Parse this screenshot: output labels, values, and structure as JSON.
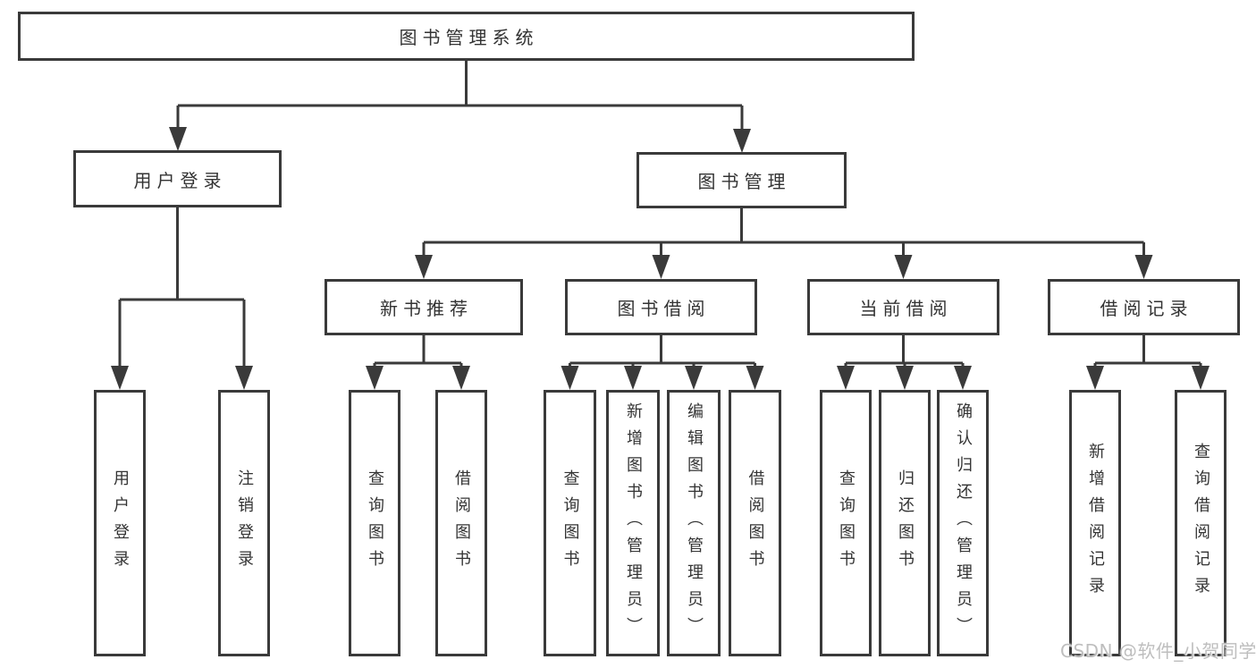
{
  "tree": {
    "root": {
      "label": "图书管理系统"
    },
    "branches": [
      {
        "label": "用户登录",
        "children": [
          {
            "label": "用户登录"
          },
          {
            "label": "注销登录"
          }
        ]
      },
      {
        "label": "图书管理",
        "children": [
          {
            "label": "新书推荐",
            "children": [
              {
                "label": "查询图书"
              },
              {
                "label": "借阅图书"
              }
            ]
          },
          {
            "label": "图书借阅",
            "children": [
              {
                "label": "查询图书"
              },
              {
                "label": "新增图书（管理员）"
              },
              {
                "label": "编辑图书（管理员）"
              },
              {
                "label": "借阅图书"
              }
            ]
          },
          {
            "label": "当前借阅",
            "children": [
              {
                "label": "查询图书"
              },
              {
                "label": "归还图书"
              },
              {
                "label": "确认归还（管理员）"
              }
            ]
          },
          {
            "label": "借阅记录",
            "children": [
              {
                "label": "新增借阅记录"
              },
              {
                "label": "查询借阅记录"
              }
            ]
          }
        ]
      }
    ]
  },
  "watermark": {
    "text": "CSDN @软件_小贺同学"
  },
  "colors": {
    "line": "#3a3a3a",
    "box_border": "#3a3a3a",
    "box_background": "#ffffff",
    "text": "#333333",
    "watermark": "#bababa",
    "page_background": "#ffffff"
  }
}
